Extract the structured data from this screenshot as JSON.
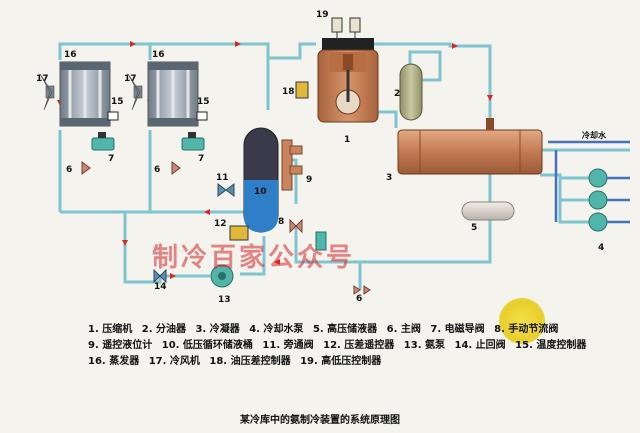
{
  "diagram": {
    "component_numbers": [
      "1",
      "2",
      "3",
      "4",
      "5",
      "6",
      "7",
      "8",
      "9",
      "10",
      "11",
      "12",
      "13",
      "14",
      "15",
      "16",
      "17",
      "18",
      "19"
    ],
    "side_label": "冷却水",
    "watermark": "制冷百家公众号"
  },
  "legend": [
    "1. 压缩机",
    "2. 分油器",
    "3. 冷凝器",
    "4. 冷却水泵",
    "5. 高压储液器",
    "6. 主阀",
    "7. 电磁导阀",
    "8. 手动节流阀",
    "9. 遥控液位计",
    "10. 低压循环储液桶",
    "11. 旁通阀",
    "12. 压差遥控器",
    "13. 氨泵",
    "14. 止回阀",
    "15. 温度控制器",
    "16. 蒸发器",
    "17. 冷风机",
    "18. 油压差控制器",
    "19. 高低压控制器"
  ],
  "caption": "某冷库中的氨制冷装置的系统原理图",
  "colors": {
    "pipe": "#7fc4cf",
    "condenser": "#c9855e",
    "compressor": "#c97f52",
    "receiver_tank": "#2f7fc8",
    "pump": "#4fb6a9",
    "watermark": "#d9262a"
  }
}
